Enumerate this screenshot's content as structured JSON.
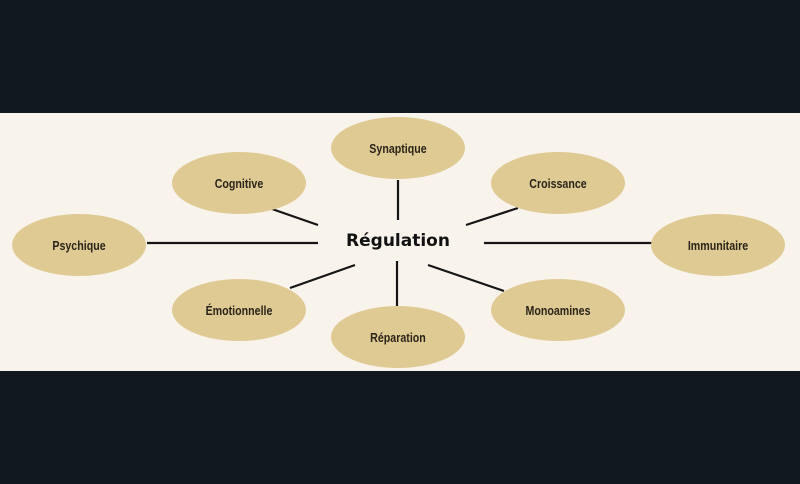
{
  "diagram": {
    "center": "Régulation",
    "nodes": [
      {
        "id": "synaptique",
        "label": "Synaptique"
      },
      {
        "id": "cognitive",
        "label": "Cognitive"
      },
      {
        "id": "croissance",
        "label": "Croissance"
      },
      {
        "id": "psychique",
        "label": "Psychique"
      },
      {
        "id": "immunitaire",
        "label": "Immunitaire"
      },
      {
        "id": "emotionnelle",
        "label": "Émotionnelle"
      },
      {
        "id": "reparation",
        "label": "Réparation"
      },
      {
        "id": "monoamines",
        "label": "Monoamines"
      }
    ],
    "colors": {
      "node_fill": "#e0ca94",
      "line": "#151515",
      "band": "#f8f3eb",
      "frame": "#111820"
    }
  }
}
